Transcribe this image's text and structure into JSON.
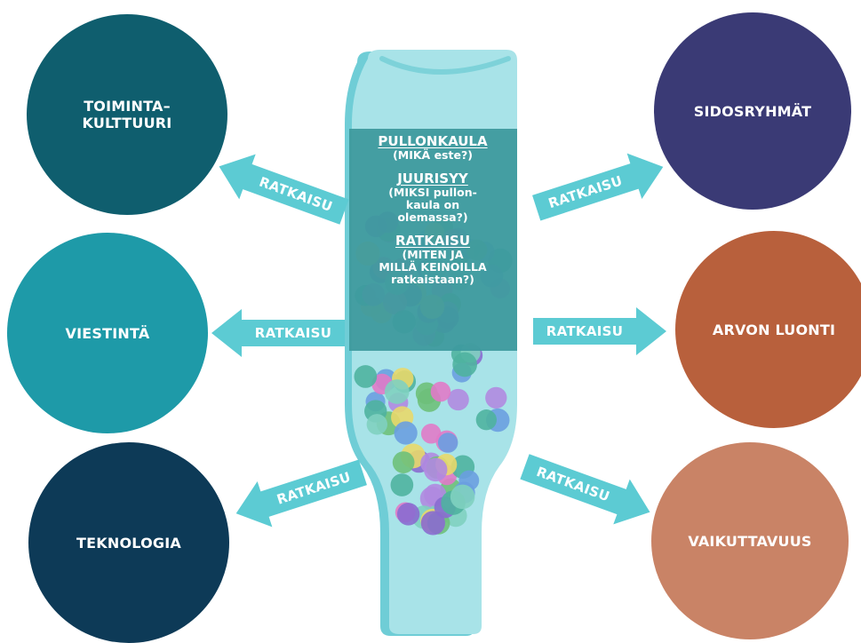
{
  "circles": {
    "toimintakulttuuri": {
      "label": "TOIMINTA–\nKULTTUURI",
      "color": "#0f5e6e"
    },
    "viestinta": {
      "label": "VIESTINTÄ",
      "color": "#1e9aa8"
    },
    "teknologia": {
      "label": "TEKNOLOGIA",
      "color": "#0d3a57"
    },
    "sidosryhmat": {
      "label": "SIDOSRYHMÄT",
      "color": "#3a3a75"
    },
    "arvon_luonti": {
      "label": "ARVON LUONTI",
      "color": "#b8603c"
    },
    "vaikuttavuus": {
      "label": "VAIKUTTAVUUS",
      "color": "#c98366"
    }
  },
  "arrows": {
    "label": "RATKAISU",
    "color": "#5ccbd3"
  },
  "bottle": {
    "glass_color": "#a8e3e8",
    "edge_color": "#6fcdd6",
    "label_panel_color": "#3e9a9e",
    "bead_colors": [
      "#6ec07a",
      "#8a6bd0",
      "#e07ac8",
      "#6a9ee0",
      "#e8d86a",
      "#4fb3a0",
      "#b08ae0",
      "#7fd0c0"
    ]
  },
  "center": {
    "pullonkaula_title": "PULLONKAULA",
    "pullonkaula_sub": "(MIKÄ este?)",
    "juurisyy_title": "JUURISYY",
    "juurisyy_sub": "(MIKSI pullon-\nkaula on\nolemassa?)",
    "ratkaisu_title": "RATKAISU",
    "ratkaisu_sub": "(MITEN JA\nMILLÄ KEINOILLA\nratkaistaan?)"
  }
}
